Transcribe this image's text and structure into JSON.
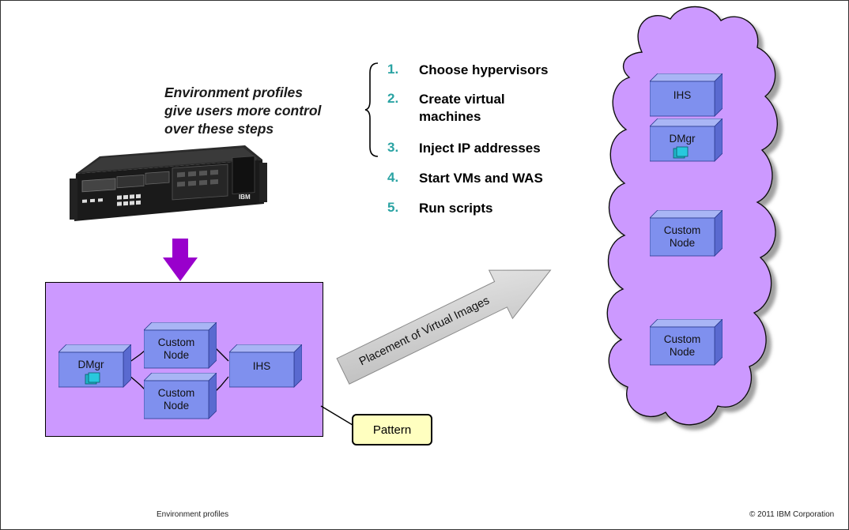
{
  "intro_lines": [
    "Environment profiles",
    "give users more control",
    "over these steps"
  ],
  "steps": [
    {
      "num": "1.",
      "lines": [
        "Choose hypervisors"
      ]
    },
    {
      "num": "2.",
      "lines": [
        "Create virtual",
        "machines"
      ]
    },
    {
      "num": "3.",
      "lines": [
        "Inject IP addresses"
      ]
    },
    {
      "num": "4.",
      "lines": [
        "Start VMs and WAS"
      ]
    },
    {
      "num": "5.",
      "lines": [
        "Run scripts"
      ]
    }
  ],
  "pattern_nodes": {
    "dmgr": "DMgr",
    "custom_top": [
      "Custom",
      "Node"
    ],
    "custom_bottom": [
      "Custom",
      "Node"
    ],
    "ihs": "IHS"
  },
  "pattern_label": "Pattern",
  "placement_label": "Placement of Virtual Images",
  "cloud_nodes": {
    "ihs": "IHS",
    "dmgr": "DMgr",
    "custom_1": [
      "Custom",
      "Node"
    ],
    "custom_2": [
      "Custom",
      "Node"
    ]
  },
  "server_logo": "IBM",
  "footer": {
    "left": "Environment profiles",
    "right": "© 2011 IBM Corporation"
  },
  "colors": {
    "step_number": "#2aa3a3",
    "panel": "#cc99ff",
    "box_front": "#7f90ee",
    "box_top": "#a9b5f5",
    "box_side": "#5a6ad0",
    "arrow_down": "#9900cc",
    "callout": "#ffffc0"
  }
}
